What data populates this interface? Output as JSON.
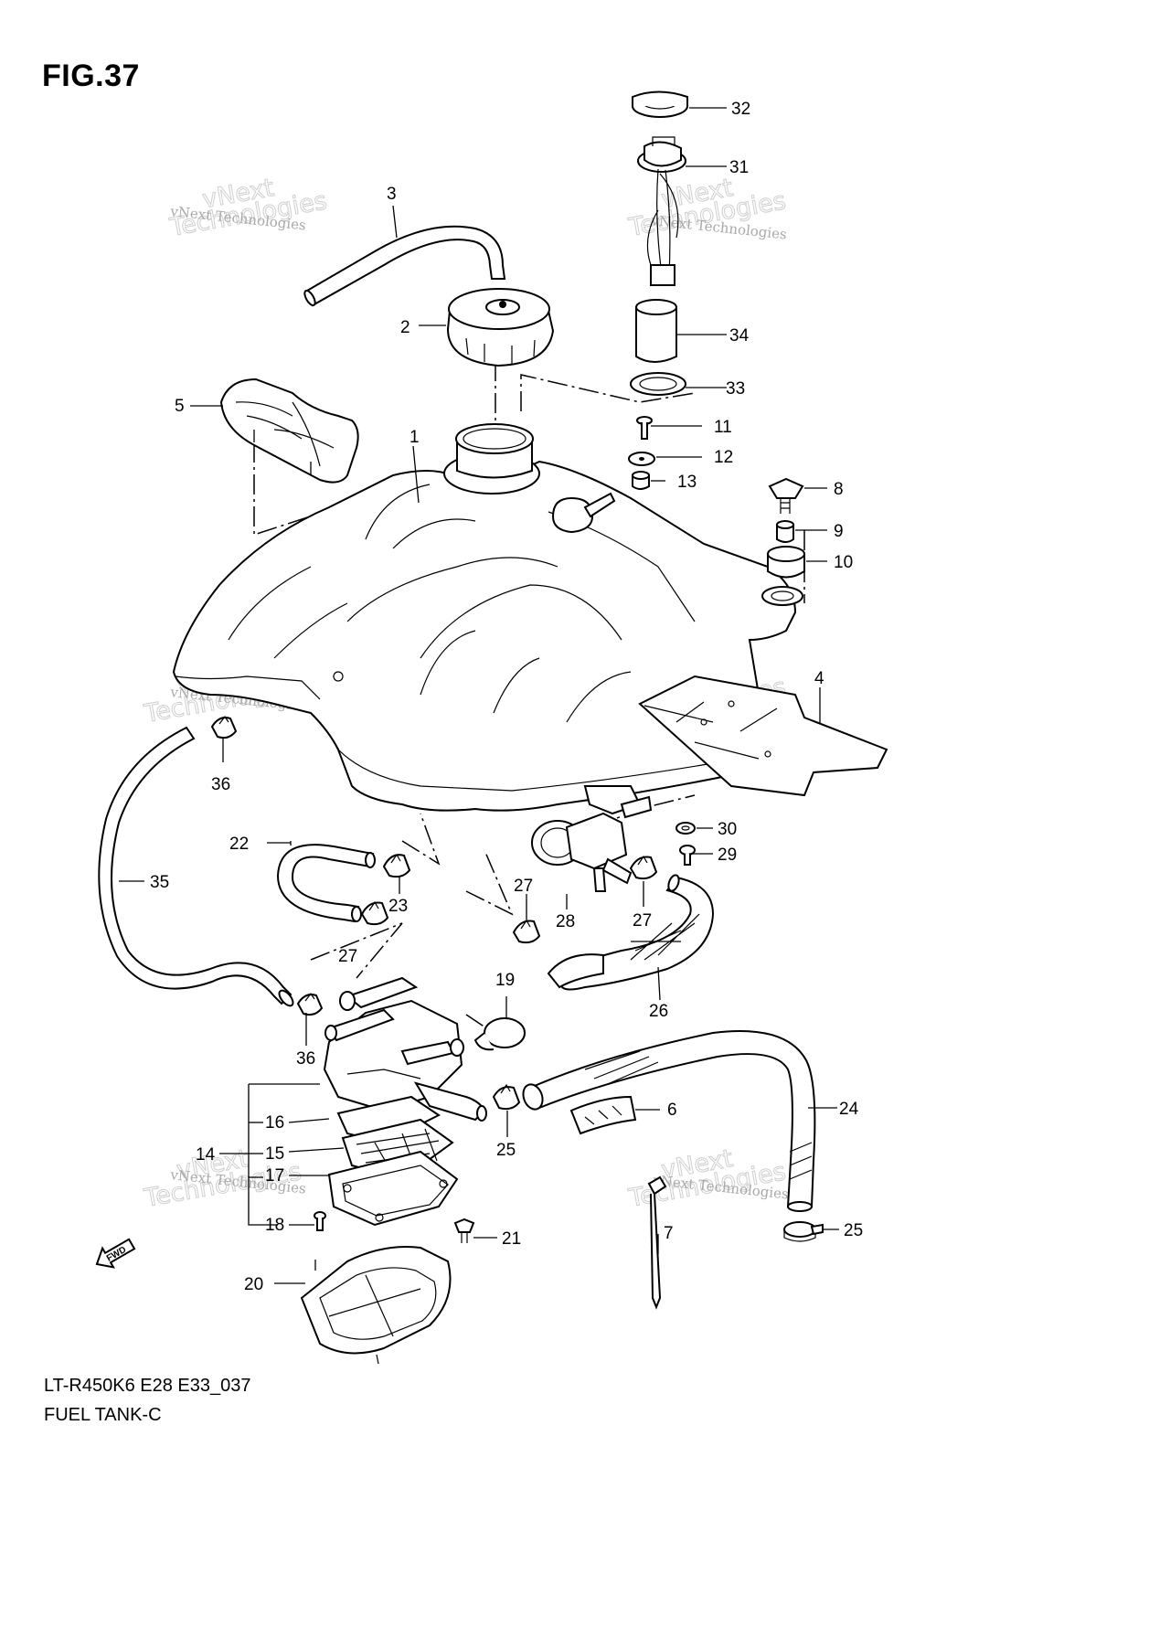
{
  "figure": {
    "title": "FIG.37",
    "caption_line1": "LT-R450K6 E28 E33_037",
    "caption_line2": "FUEL TANK-C",
    "direction_marker": "FWD"
  },
  "watermark": {
    "line1": "vNext Technologies",
    "line2": "vNext",
    "line3": "Technologies"
  },
  "callouts": {
    "c1": "1",
    "c2": "2",
    "c3": "3",
    "c4": "4",
    "c5": "5",
    "c6": "6",
    "c7": "7",
    "c8": "8",
    "c9": "9",
    "c10": "10",
    "c11": "11",
    "c12": "12",
    "c13": "13",
    "c14": "14",
    "c15": "15",
    "c16": "16",
    "c17": "17",
    "c18": "18",
    "c19": "19",
    "c20": "20",
    "c21": "21",
    "c22": "22",
    "c23": "23",
    "c24": "24",
    "c25a": "25",
    "c25b": "25",
    "c26": "26",
    "c27a": "27",
    "c27b": "27",
    "c27c": "27",
    "c28": "28",
    "c29": "29",
    "c30": "30",
    "c31": "31",
    "c32": "32",
    "c33": "33",
    "c34": "34",
    "c35": "35",
    "c36a": "36",
    "c36b": "36"
  }
}
